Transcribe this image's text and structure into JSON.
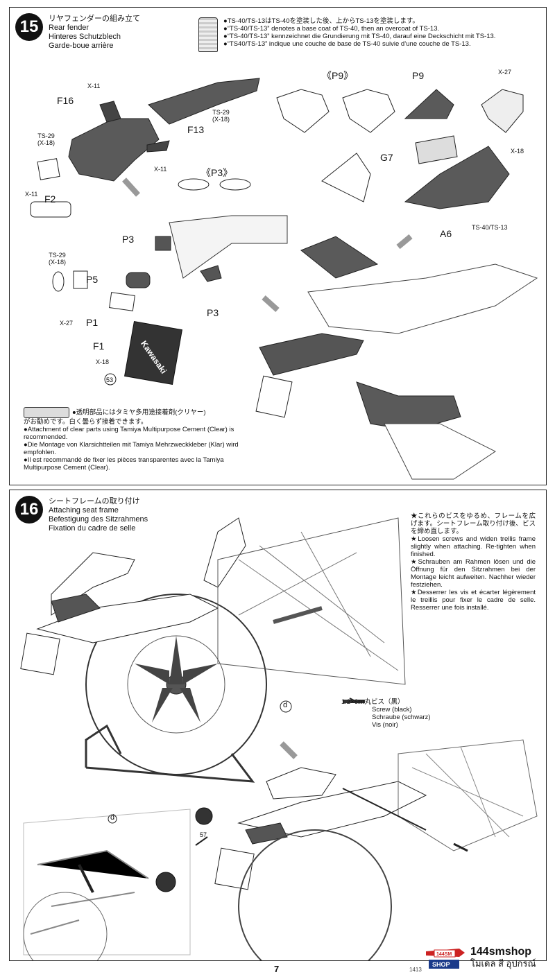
{
  "step15": {
    "number": "15",
    "title_jp": "リヤフェンダーの組み立て",
    "title_en": "Rear fender",
    "title_de": "Hinteres Schutzblech",
    "title_fr": "Garde-boue arrière",
    "paint_note": [
      "●TS-40/TS-13はTS-40を塗装した後、上からTS-13を塗装します。",
      "●“TS-40/TS-13” denotes a base coat of TS-40, then an overcoat of TS-13.",
      "●“TS-40/TS-13” kennzeichnet die Grundierung mit TS-40, darauf eine Deckschicht mit TS-13.",
      "●“TS40/TS-13” indique une couche de base de TS-40 suivie d’une couche de TS-13."
    ],
    "parts": {
      "f16": "F16",
      "f13": "F13",
      "f2": "F2",
      "f1": "F1",
      "p3a": "P3",
      "p3b": "P3",
      "p5": "P5",
      "p1": "P1",
      "p9_bracket": "《P9》",
      "p3_bracket": "《P3》",
      "p9": "P9",
      "g7": "G7",
      "a6": "A6",
      "kawasaki": "Kawasaki",
      "n53": "53"
    },
    "paint_codes": {
      "x11a": "X-11",
      "ts29a": "TS-29\n(X-18)",
      "ts29b": "TS-29\n(X-18)",
      "x11b": "X-11",
      "x11c": "X-11",
      "ts29c": "TS-29\n(X-18)",
      "x27a": "X-27",
      "x18a": "X-18",
      "x27b": "X-27",
      "x18b": "X-18",
      "ts40ts13": "TS-40/TS-13"
    },
    "cement_note": [
      "●透明部品にはタミヤ多用途接着剤(クリヤー)",
      "がお勧めです。白く曇らず接着できます。",
      "●Attachment of clear parts using Tamiya Multipurpose Cement (Clear) is recommended.",
      "●Die Montage von Klarsichtteilen mit Tamiya Mehrzweckkleber (Klar) wird empfohlen.",
      "●Il est recommandé de fixer les pièces transparentes avec la Tamiya Multipurpose Cement (Clear)."
    ]
  },
  "step16": {
    "number": "16",
    "title_jp": "シートフレームの取り付け",
    "title_en": "Attaching seat frame",
    "title_de": "Befestigung des Sitzrahmens",
    "title_fr": "Fixation du cadre de selle",
    "note": [
      "★これらのビスをゆるめ、フレームを広げます。シートフレーム取り付け後、ビスを締め直します。",
      "★Loosen screws and widen trellis frame slightly when attaching. Re-tighten when finished.",
      "★Schrauben am Rahmen lösen und die Öffnung für den Sitzrahmen bei der Montage leicht aufweiten. Nachher wieder festziehen.",
      "★Desserrer les vis et écarter légèrement le treillis pour fixer le cadre de selle. Resserrer une fois installé."
    ],
    "screw": {
      "size_jp": "1.2×6㎜丸ビス（黒）",
      "en": "Screw (black)",
      "de": "Schraube (schwarz)",
      "fr": "Vis (noir)"
    },
    "label_d1": "d",
    "label_d2": "d",
    "n57": "57"
  },
  "footer": {
    "page_number": "7",
    "code": "1413",
    "watermark_brand": "144smshop",
    "watermark_sub": "โมเดล สี อุปกรณ์",
    "watermark_logo": "144SM",
    "watermark_shop": "SHOP"
  },
  "colors": {
    "dark_part": "#5a5a5a",
    "line": "#222222",
    "light_part": "#e8e8e8"
  }
}
